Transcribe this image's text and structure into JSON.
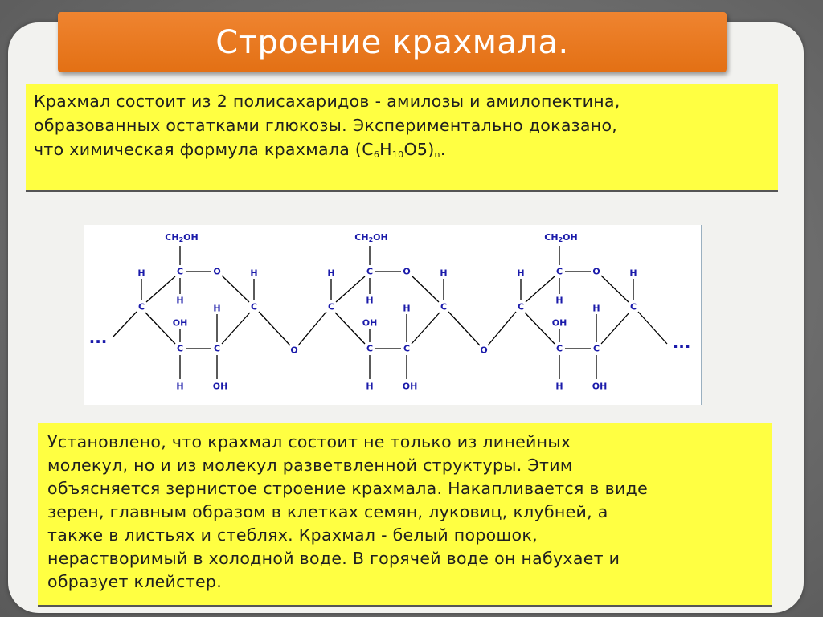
{
  "slide": {
    "title": "Строение крахмала."
  },
  "intro": {
    "line1": "Крахмал состоит из 2 полисахаридов - амилозы и амилопектина,",
    "line2": "образованных остатками глюкозы. Экспериментально доказано,",
    "line3_prefix": "что химическая формула крахмала (С",
    "sub_c": "6",
    "mid_h": "Н",
    "sub_h": "10",
    "suffix_o": "О5)",
    "sub_n": "n",
    "end": "."
  },
  "diagram": {
    "ellipsis_left": "...",
    "ellipsis_right": "...",
    "atom_c": "C",
    "atom_h": "H",
    "atom_o": "O",
    "group_ch2oh": "CH2OH",
    "group_oh": "OH",
    "colors": {
      "atoms": "#1a1aaa",
      "bonds": "#000000"
    }
  },
  "details": {
    "lines": [
      "Установлено, что крахмал состоит не только из линейных",
      "молекул, но и из молекул разветвленной структуры. Этим",
      "объясняется зернистое строение крахмала. Накапливается в виде",
      "зерен, главным образом в клетках семян, луковиц, клубней, а",
      "также в листьях и стеблях. Крахмал - белый порошок,",
      "нерастворимый в холодной воде. В горячей воде он набухает и",
      "образует клейстер."
    ]
  },
  "colors": {
    "title_bar": "#e87820",
    "text_box": "#ffff42",
    "card": "#f2f2ef"
  }
}
